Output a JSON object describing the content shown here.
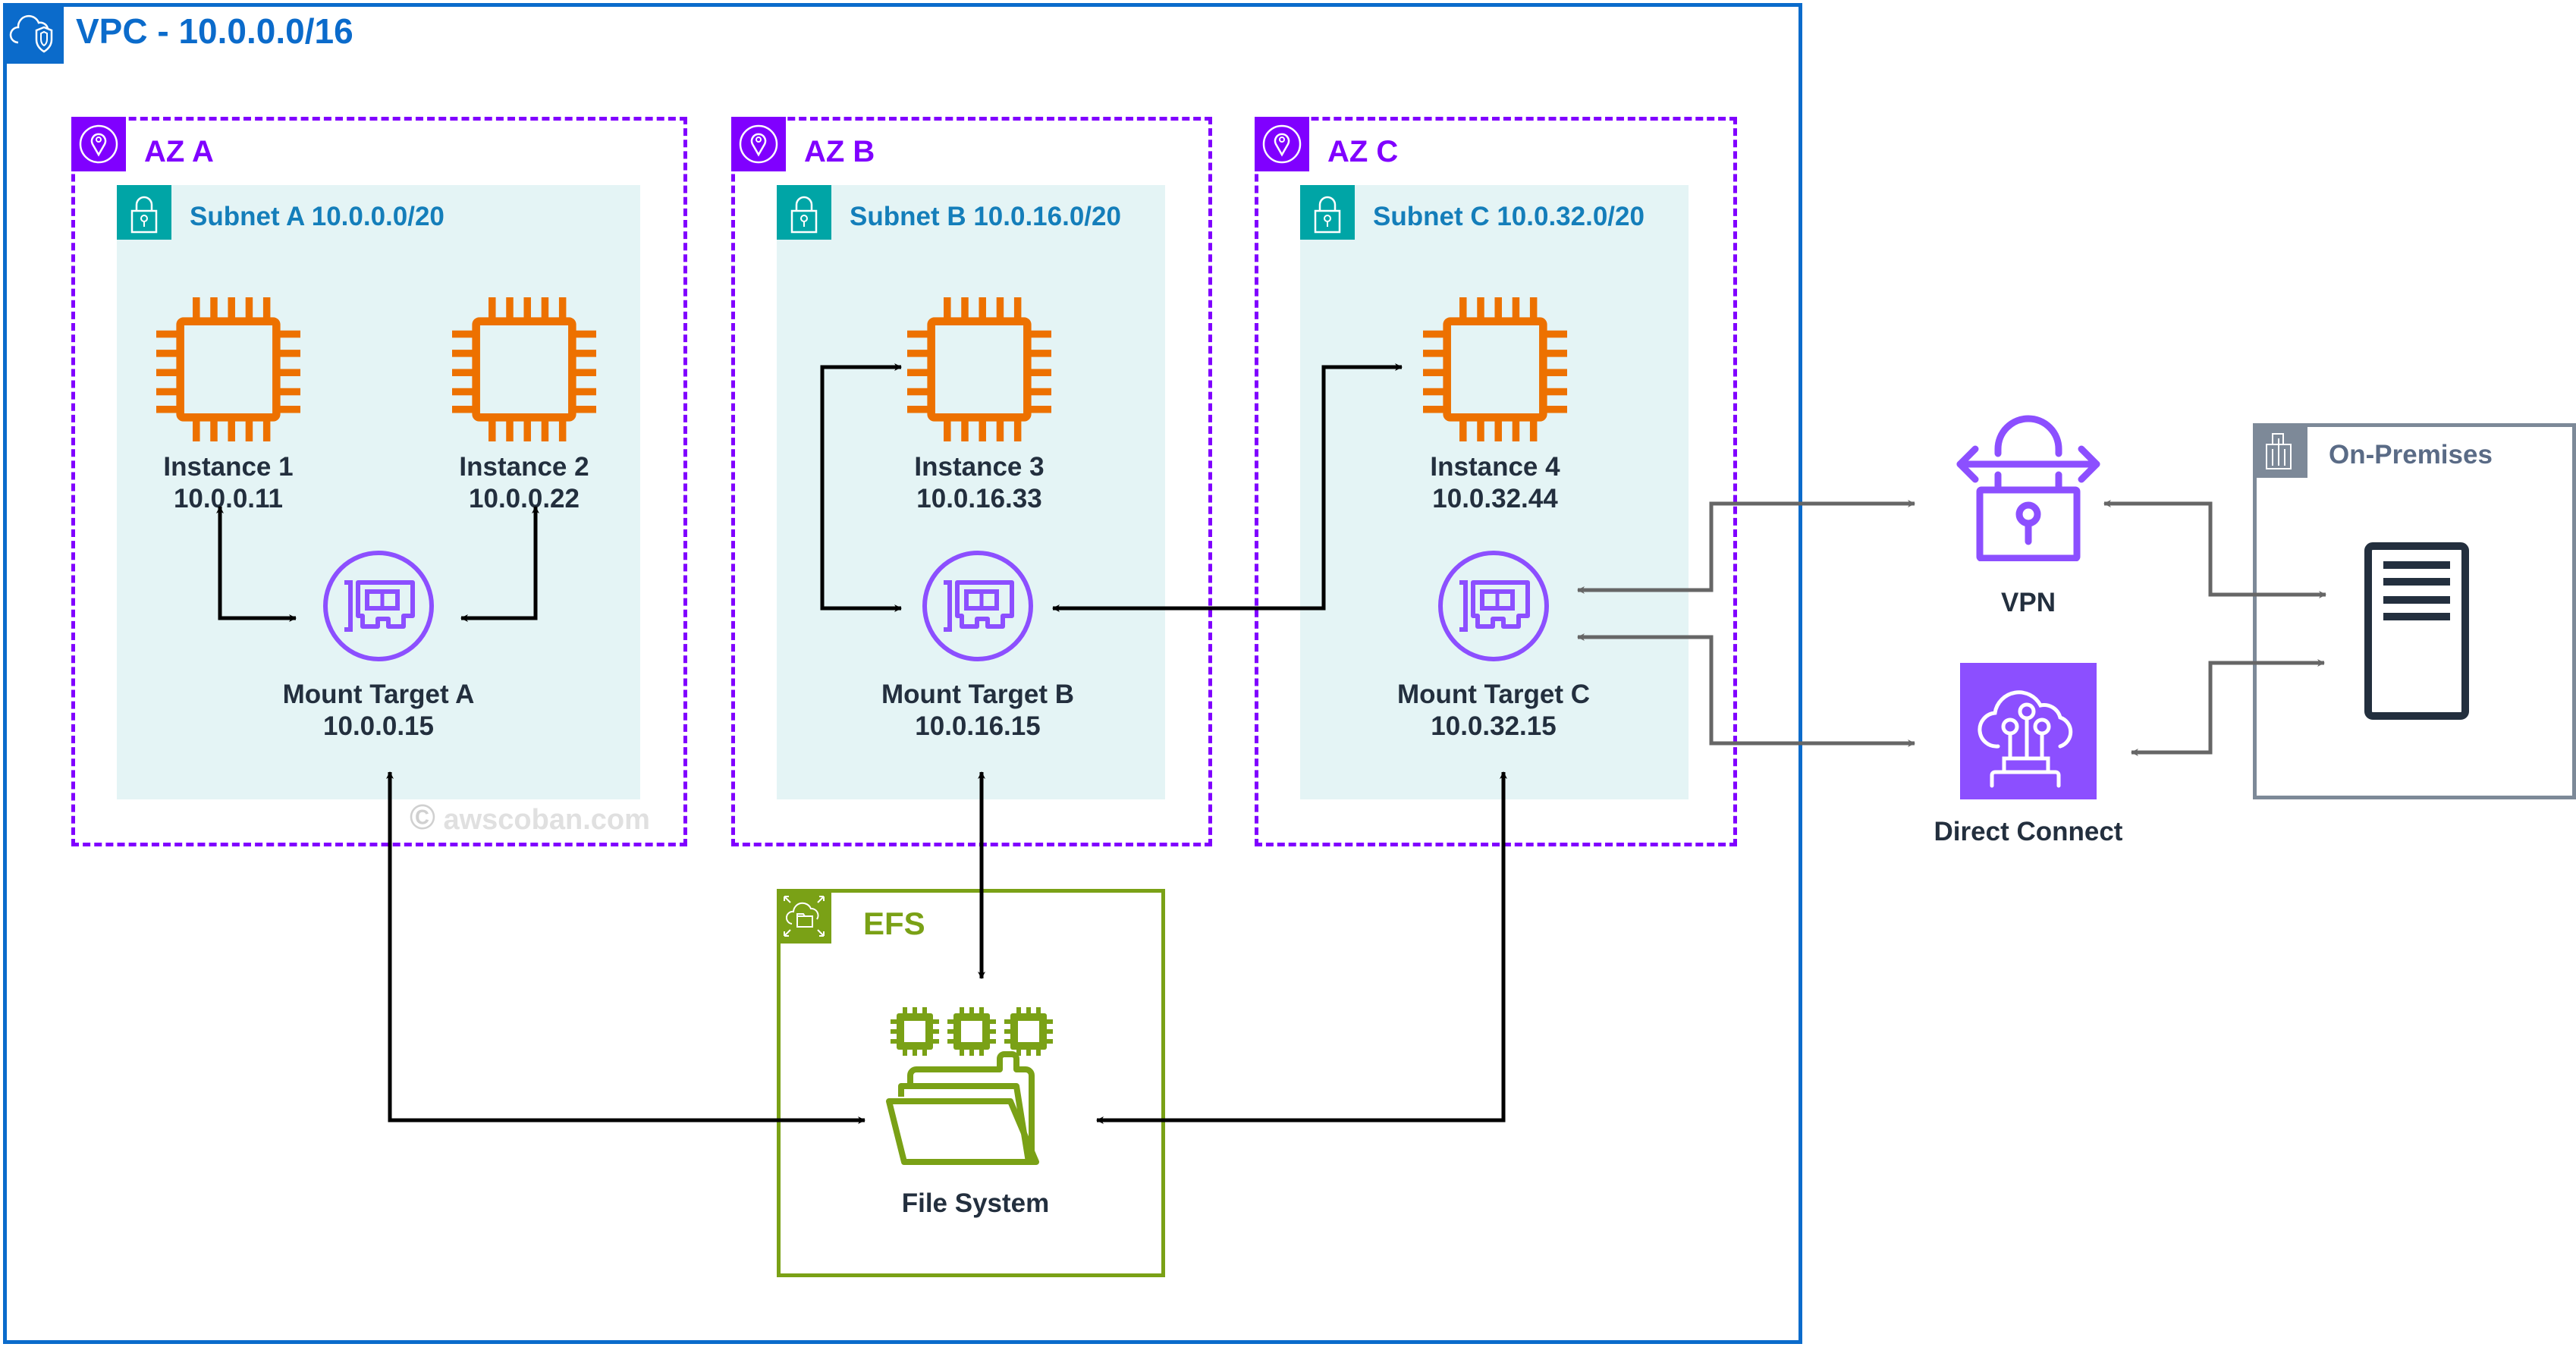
{
  "colors": {
    "vpc": "#0b6bcb",
    "az": "#8000ff",
    "subnet_badge": "#00a5a6",
    "subnet_title": "#147eba",
    "subnet_fill": "#e4f4f5",
    "ec2": "#ed7100",
    "mount_target": "#8c4fff",
    "efs": "#7aa116",
    "onprem": "#7d8998",
    "label": "#232f3e",
    "connector_internal": "#000000",
    "connector_external": "#666666"
  },
  "vpc": {
    "title": "VPC - 10.0.0.0/16",
    "icon": "vpc-cloud-shield-icon"
  },
  "azs": [
    {
      "title": "AZ A",
      "icon": "location-pin-icon",
      "subnet": {
        "title": "Subnet A 10.0.0.0/20",
        "icon": "lock-icon"
      },
      "instances": [
        {
          "name": "Instance 1",
          "ip": "10.0.0.11",
          "icon": "ec2-chip-icon"
        },
        {
          "name": "Instance 2",
          "ip": "10.0.0.22",
          "icon": "ec2-chip-icon"
        }
      ],
      "mount_target": {
        "name": "Mount Target A",
        "ip": "10.0.0.15",
        "icon": "network-interface-card-icon"
      }
    },
    {
      "title": "AZ B",
      "icon": "location-pin-icon",
      "subnet": {
        "title": "Subnet B 10.0.16.0/20",
        "icon": "lock-icon"
      },
      "instances": [
        {
          "name": "Instance 3",
          "ip": "10.0.16.33",
          "icon": "ec2-chip-icon"
        }
      ],
      "mount_target": {
        "name": "Mount Target B",
        "ip": "10.0.16.15",
        "icon": "network-interface-card-icon"
      }
    },
    {
      "title": "AZ C",
      "icon": "location-pin-icon",
      "subnet": {
        "title": "Subnet C 10.0.32.0/20",
        "icon": "lock-icon"
      },
      "instances": [
        {
          "name": "Instance 4",
          "ip": "10.0.32.44",
          "icon": "ec2-chip-icon"
        }
      ],
      "mount_target": {
        "name": "Mount Target C",
        "ip": "10.0.32.15",
        "icon": "network-interface-card-icon"
      }
    }
  ],
  "efs": {
    "title": "EFS",
    "icon": "efs-cloud-folder-icon",
    "file_system": {
      "name": "File System",
      "icon": "folder-with-chips-icon"
    }
  },
  "vpn": {
    "name": "VPN",
    "icon": "vpn-lock-arrows-icon"
  },
  "direct_connect": {
    "name": "Direct Connect",
    "icon": "direct-connect-cloud-icon"
  },
  "on_premises": {
    "title": "On-Premises",
    "icon": "building-icon",
    "server_icon": "server-icon"
  },
  "watermark": {
    "symbol": "©",
    "text": "awscoban.com"
  },
  "connections": [
    {
      "from": "Instance 1",
      "to": "Mount Target A",
      "bidirectional": true
    },
    {
      "from": "Instance 2",
      "to": "Mount Target A",
      "bidirectional": true
    },
    {
      "from": "Instance 3",
      "to": "Mount Target B",
      "bidirectional": true
    },
    {
      "from": "Instance 4",
      "to": "Mount Target B",
      "bidirectional": true
    },
    {
      "from": "Mount Target A",
      "to": "File System",
      "bidirectional": true
    },
    {
      "from": "Mount Target B",
      "to": "File System",
      "bidirectional": true
    },
    {
      "from": "Mount Target C",
      "to": "File System",
      "bidirectional": true
    },
    {
      "from": "Mount Target C",
      "to": "VPN",
      "bidirectional": true
    },
    {
      "from": "Mount Target C",
      "to": "Direct Connect",
      "bidirectional": true
    },
    {
      "from": "VPN",
      "to": "On-Premises Server",
      "bidirectional": true
    },
    {
      "from": "Direct Connect",
      "to": "On-Premises Server",
      "bidirectional": true
    }
  ]
}
